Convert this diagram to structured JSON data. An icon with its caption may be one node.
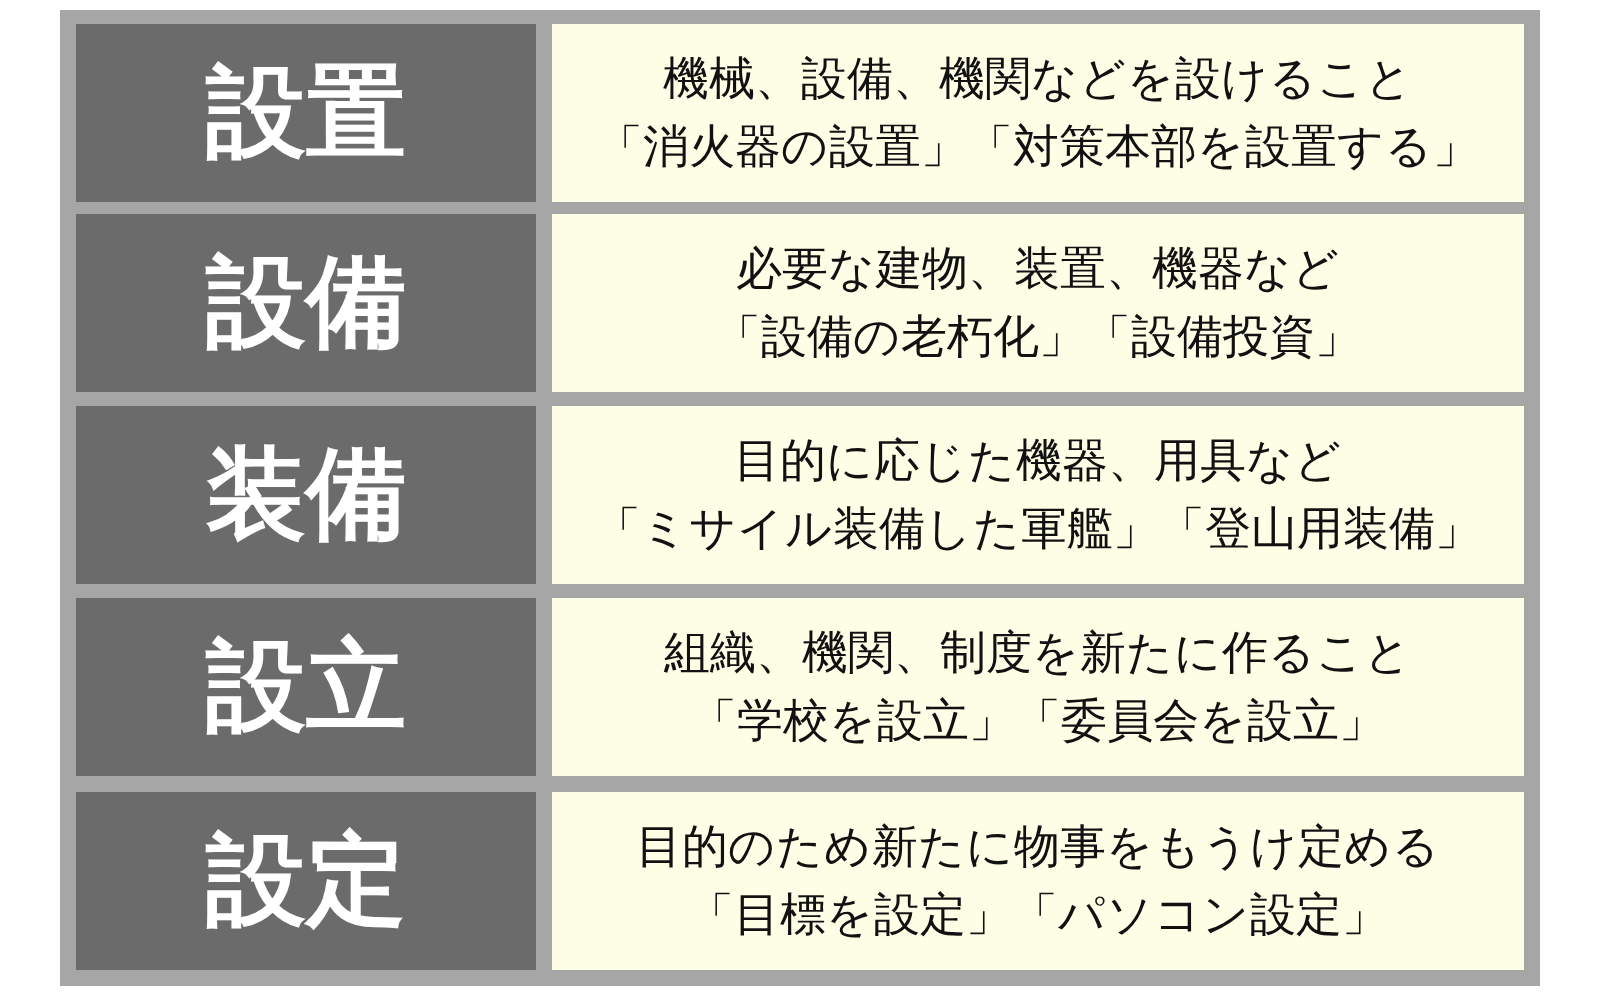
{
  "diagram": {
    "labels": [
      "設置",
      "機械、設備、機関などを設けること",
      "「消火器の設置」「対策本部を設置する」",
      "設備",
      "必要な建物、装置、機器など",
      "「設備の老朽化」「設備投資」",
      "装備",
      "目的に応じた機器、用具など",
      "「ミサイル装備した軍艦」「登山用装備」",
      "設立",
      "組織、機関、制度を新たに作ること",
      "「学校を設立」「委員会を設立」",
      "設定",
      "目的のため新たに物事をもうけ定める",
      "「目標を設定」「パソコン設定」"
    ]
  }
}
